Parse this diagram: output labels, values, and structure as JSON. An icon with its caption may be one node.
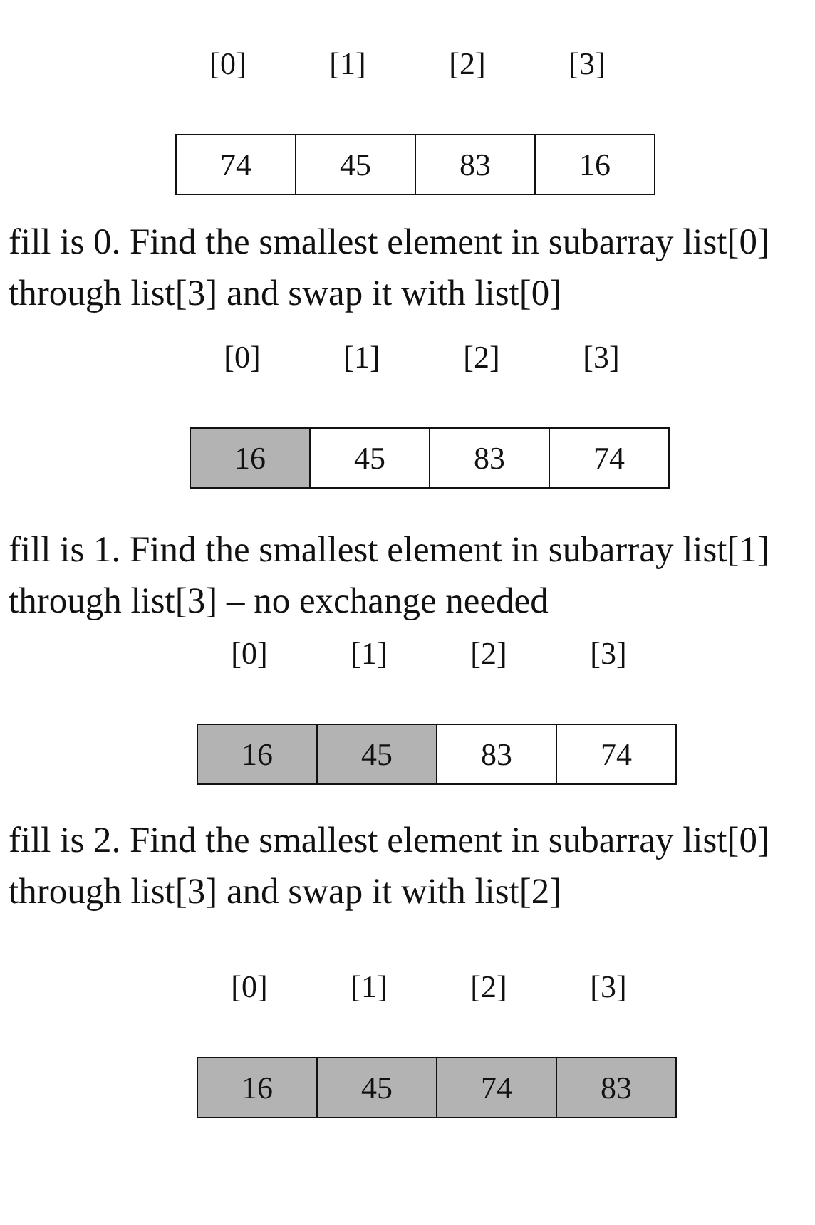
{
  "diagram": {
    "nodes": [
      {
        "text": [
          "74"
        ]
      },
      {
        "text": [
          "45"
        ]
      },
      {
        "text": [
          "83"
        ]
      },
      {
        "text": [
          "16"
        ]
      },
      {
        "text": [
          "16"
        ]
      },
      {
        "text": [
          "45"
        ]
      },
      {
        "text": [
          "83"
        ]
      },
      {
        "text": [
          "74"
        ]
      },
      {
        "text": [
          "16"
        ]
      },
      {
        "text": [
          "45"
        ]
      },
      {
        "text": [
          "83"
        ]
      },
      {
        "text": [
          "74"
        ]
      },
      {
        "text": [
          "16"
        ]
      },
      {
        "text": [
          "45"
        ]
      },
      {
        "text": [
          "74"
        ]
      },
      {
        "text": [
          "83"
        ]
      }
    ],
    "labels": [
      "[0]",
      "[1]",
      "[2]",
      "[3]",
      "fill is 0. Find the smallest element in subarray list[0] through list[3] and swap it with list[0]",
      "[0]",
      "[1]",
      "[2]",
      "[3]",
      "fill is 1. Find the smallest element in subarray list[1] through list[3] – no exchange needed",
      "[0]",
      "[1]",
      "[2]",
      "[3]",
      "fill is 2. Find the smallest element in subarray list[0] through list[3] and swap it with list[2]",
      "[0]",
      "[1]",
      "[2]",
      "[3]"
    ]
  }
}
